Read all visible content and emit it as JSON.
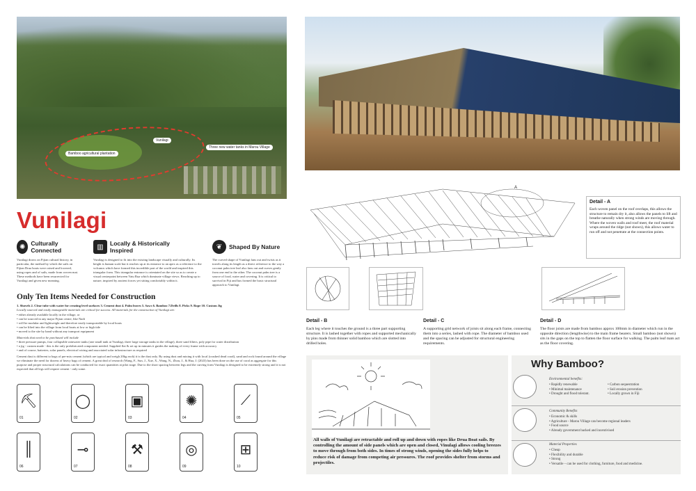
{
  "photo_left": {
    "labels": {
      "plantation": "Bamboo agricultural plantation",
      "vunilagi": "Vunilagi",
      "tanks": "Three new water tanks in Marou Village"
    }
  },
  "title": "Vunilagi",
  "features": [
    {
      "heading": "Culturally Connected",
      "icon": "sun-icon",
      "text": "Vunilagi draws on Fijian cultural history, in particular, the method by which the sails on Fijian Drua boats were raised and lowered, using ropes and of sails, made from woven mat. These methods have been resurrected for Vunilagi and given new meaning."
    },
    {
      "heading": "Locally & Historically Inspired",
      "icon": "tower-icon",
      "text": "Vunilagi is designed to fit into the existing landscape visually and culturally. Its height is human scale but it reaches up at its entrance to an apex as a reference to the volcanos which have formed this incredible part of the world and inspired this triangular form. This triangular entrance is orientated on the site so as to create a visual centrepoint between Vatu Rua which dominate village views. Reaching up to nature, inspired by ancient forces yet sitting comfortably within it."
    },
    {
      "heading": "Shaped By Nature",
      "icon": "leaf-icon",
      "text": "The curved shape of Vunilagi fans out and twists as it travels along its length as a direct reference to the way a coconut palm tree leaf also fans out and curves gently from one end to the other. The coconut palm tree is a source of food, water and covering. It is critical to survival in Fiji and has formed the basic structural approach to Vunilagi."
    }
  ],
  "items": {
    "heading": "Only Ten Items Needed for Construction",
    "list": "1. Shovels  2. Clear tube with water for creating level surfaces  3. Cement dust  4. Palm leaves  5. Saws  6. Bamboo  7.Drills  8. Picks  9. Rope  10. Custom Jig",
    "intro": "Locally sourced and easily manageable materials are critical for success. All materials for the construction of Vunilagi are:",
    "bullets": [
      "either already available locally in the village, or",
      "can be sourced in any major Fijian centre, like Nadi",
      "will be modular and lightweight and therefore easily transportable by local boats",
      "can be lifted into the village from local boats at low or high tide",
      "moved to the site by hand without any transport equipment"
    ],
    "purchase_intro": "Materials that need to be purchased will include",
    "purchase_bullets": [
      "three pressure pumps, four collapsible rainwater tanks (one small tank at Vunilagi, three large storage tanks in the village), three sand filters, poly pipe for water distribution",
      "a jig - custom made - this is the only prefabricated component needed. Supplied flat & set up in minutes it guides the making of every frame with accuracy",
      "and of course, batteries, solar panels, electrical wiring and associated solar infrastructure as required"
    ],
    "cement": "Cement dust is different to bags of pre-mix cement (which are typical and weigh 20kg each) it is the dust only. By using dust and mixing it with local (crushed dead coral), sand and rock found around the village we eliminate the need for dozens of heavy bags of cement. A great deal of research (Wang, F., Sun, J., Xue, X., Wang, N., Zhou, J., & Hua, J. (2023) has been done on the use of coral as aggregate for this purpose and proper structural calculations can be conducted for exact quantities at pilot stage. Due to the short spacing between legs and the curving form Vunilagi is designed to be extremely strong and it is not expected that all legs will require cement - only some.",
    "tools": [
      {
        "num": "01",
        "icon": "shovel-icon",
        "glyph": "⛏"
      },
      {
        "num": "02",
        "icon": "tube-icon",
        "glyph": "◯"
      },
      {
        "num": "03",
        "icon": "cement-bag-icon",
        "glyph": "▣"
      },
      {
        "num": "04",
        "icon": "palm-leaf-icon",
        "glyph": "✺"
      },
      {
        "num": "05",
        "icon": "saw-icon",
        "glyph": "⟋"
      },
      {
        "num": "06",
        "icon": "bamboo-icon",
        "glyph": "║"
      },
      {
        "num": "07",
        "icon": "drill-icon",
        "glyph": "⊸"
      },
      {
        "num": "08",
        "icon": "pick-icon",
        "glyph": "⚒"
      },
      {
        "num": "09",
        "icon": "rope-icon",
        "glyph": "◎"
      },
      {
        "num": "10",
        "icon": "jig-icon",
        "glyph": "⊞"
      }
    ]
  },
  "diagram": {
    "label_a": "A",
    "detail_a": {
      "heading": "Detail - A",
      "text": "Each woven panel on the roof overlaps, this allows the structure to remain dry it, also allows the panels to lift and breathe naturally when strong winds are moving through. Where the woven walls and roof meet, the roof material wraps around the ridge (not shown), this allows water to run off and not penetrate at the connection points."
    },
    "detail_b": {
      "heading": "Detail - B",
      "text": "Each leg where it touches the ground is a three part supporting structure. It is lashed together with ropes and supported mechanically by pins made from thinner solid bamboo which are slotted into drilled holes."
    },
    "detail_c": {
      "heading": "Detail - C",
      "text": "A supporting grid network of joists sit along each frame, connecting them into a series, lashed with rope. The diameter of bamboo used and the spacing can be adjusted for structural engineering requirements."
    },
    "detail_d": {
      "heading": "Detail - D",
      "text": "The floor joists are made from bamboo approx 100mm in diameter which run in the opposite direction (lengthwise) to the main frame bearers. Small bamboo (not shown) sits in the gaps on the top to flatten the floor surface for walking. The palm leaf mats act as the floor covering."
    }
  },
  "airflow": {
    "text": "All walls of Vunilagi are retractable and roll up and down with ropes like Drua Boat sails. By controlling the amount of side panels which are open and closed, Vinulagi allows cooling breezes to move through from both sides. In times of strong winds, opening the sides fully helps to reduce risk of damage from competing air pressures. The roof provides shelter from storms and projectiles."
  },
  "why_bamboo": {
    "title": "Why Bamboo?",
    "sections": [
      {
        "heading": "Environmental benefits:",
        "col1": [
          "Rapidly renewable",
          "Minimal maintenance",
          "Drought and flood tolerant."
        ],
        "col2": [
          "Carbon sequestration",
          "Soil erosion prevention",
          "Locally grown in Fiji"
        ]
      },
      {
        "heading": "Community Benefits",
        "col1": [
          "Economic & skills",
          "Agriculture - Marou Village can become regional leaders",
          "Food source",
          "Already government backed and incentivised"
        ],
        "col2": []
      },
      {
        "heading": "Material Properties",
        "col1": [
          "Cheap",
          "Flexibility and durable",
          "Strong",
          "Versatile – can be used for clothing, furniture, food and medicine."
        ],
        "col2": []
      }
    ]
  },
  "colors": {
    "title_red": "#d62c2c",
    "ellipse_red": "#e23b2e"
  }
}
